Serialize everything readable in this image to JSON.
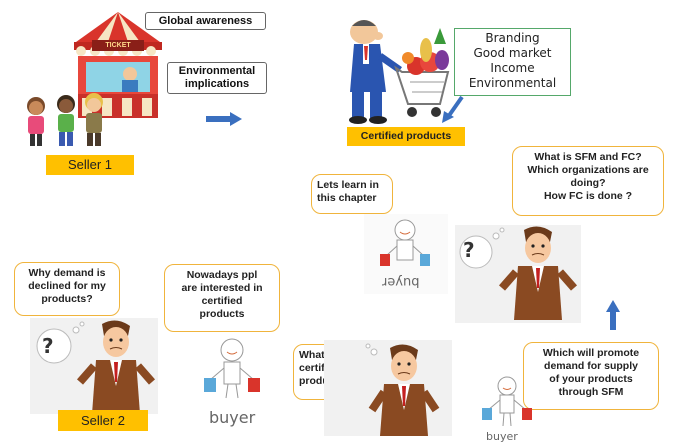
{
  "top_left": {
    "global_awareness": "Global awareness",
    "environmental_implications": [
      "Environmental",
      "implications"
    ],
    "stall_sign": "TICKET",
    "seller1_label": "Seller 1"
  },
  "top_right": {
    "benefits": [
      "Branding",
      "Good market",
      "Income",
      "Environmental"
    ],
    "certified_products": "Certified products"
  },
  "callouts": {
    "lets_learn": [
      "Lets learn in",
      "this chapter"
    ],
    "what_is_sfm": [
      "What is SFM and FC?",
      "Which organizations are",
      "doing?",
      "How FC is done ?"
    ],
    "why_demand": [
      "Why demand is",
      "declined for my",
      "products?"
    ],
    "nowadays": [
      "Nowadays ppl",
      "are interested in",
      "certified",
      "products"
    ],
    "what_are": [
      "What are",
      "certified",
      "products?"
    ],
    "which_will": [
      "Which will promote",
      "demand for supply",
      "of your products",
      "through SFM"
    ]
  },
  "buyers": {
    "mirrored": "buyer",
    "main": "buyer",
    "small": "buyer"
  },
  "seller2_label": "Seller 2",
  "question_mark": "?",
  "colors": {
    "orange_tag": "#ffc000",
    "callout_border": "#f0b43c",
    "arrow_blue": "#3a6fbf",
    "green_border": "#55a86a"
  }
}
